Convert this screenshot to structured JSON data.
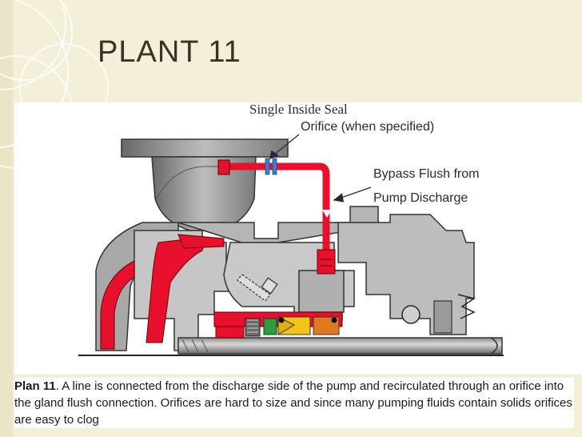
{
  "slide": {
    "title": "PLANT 11"
  },
  "diagram": {
    "labels": {
      "seal": "Single Inside Seal",
      "orifice": "Orifice (when specified)",
      "bypass_line1": "Bypass Flush from",
      "bypass_line2": "Pump Discharge"
    },
    "colors": {
      "flush_line": "#e8102c",
      "casing": "#9a9a9a",
      "casing_dark": "#5a5a5a",
      "orifice": "#3a7fd0",
      "seal_yellow": "#f0c419",
      "seal_green": "#2e9e3a",
      "seal_orange": "#e07820",
      "background": "#f4efd9"
    }
  },
  "caption": {
    "lead": "Plan 11",
    "text": ". A line is connected from the discharge side of the pump and recirculated through an orifice into the gland flush connection. Orifices are hard to size and since many pumping fluids contain solids orifices are easy to clog"
  }
}
